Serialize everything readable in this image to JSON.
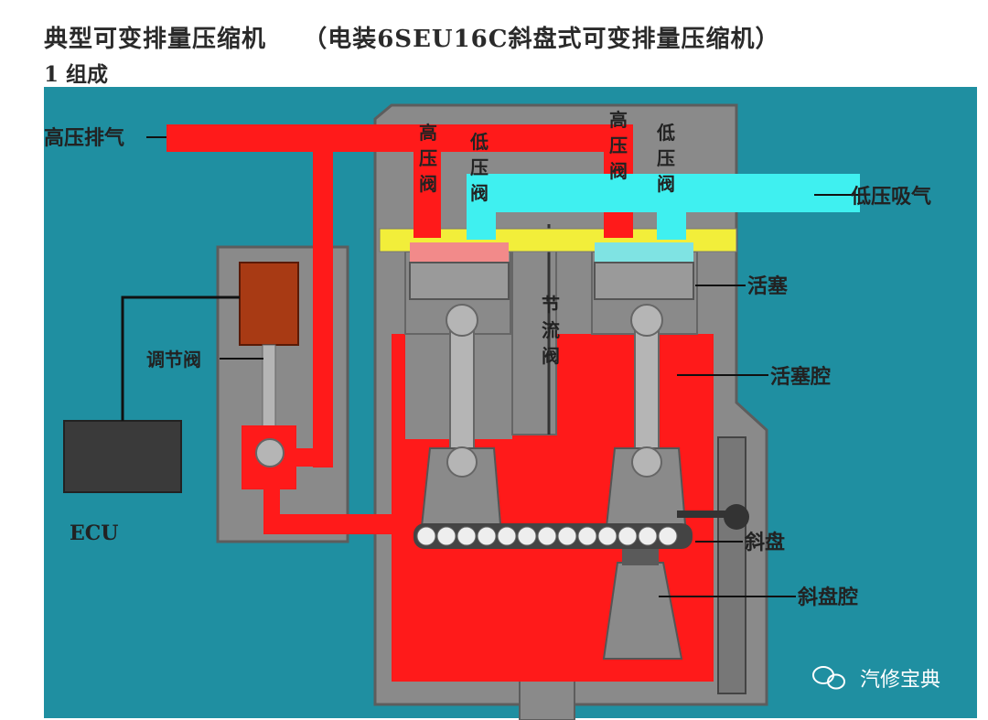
{
  "header": {
    "title": "典型可变排量压缩机    （电装6SEU16C斜盘式可变排量压缩机）",
    "section": "1 组成"
  },
  "labels": {
    "high_pressure_exhaust": "高压排气",
    "low_pressure_intake": "低压吸气",
    "high_valve_left": [
      "高",
      "压",
      "阀"
    ],
    "low_valve_left": [
      "低",
      "压",
      "阀"
    ],
    "high_valve_right": [
      "高",
      "压",
      "阀"
    ],
    "low_valve_right": [
      "低",
      "压",
      "阀"
    ],
    "throttle_valve": [
      "节",
      "流",
      "阀"
    ],
    "regulator_valve": "调节阀",
    "ecu": "ECU",
    "piston": "活塞",
    "piston_chamber": "活塞腔",
    "swashplate": "斜盘",
    "swashplate_chamber": "斜盘腔"
  },
  "watermark": {
    "text": "汽修宝典",
    "icon": "wechat-icon"
  },
  "colors": {
    "background_panel": "#1f8fa1",
    "high_pressure": "#ff1a1a",
    "low_pressure": "#3ff0f0",
    "housing": "#8a8a8a",
    "valve_plate": "#f2ee3a",
    "regulator": "#a83a14",
    "ecu_box": "#3a3a3a"
  }
}
